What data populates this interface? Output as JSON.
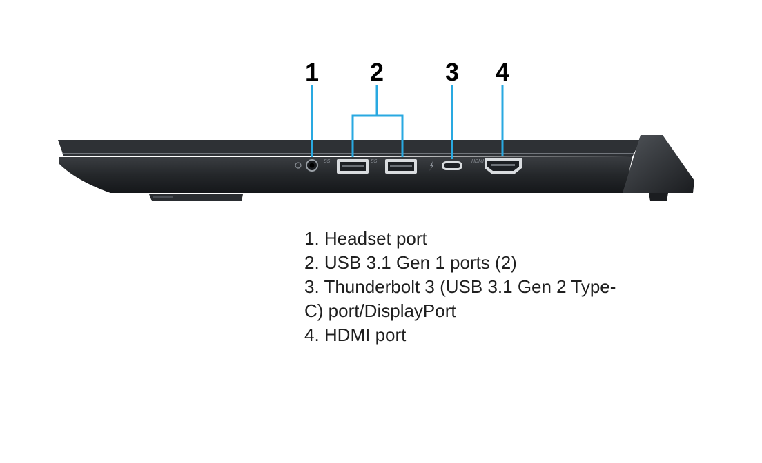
{
  "callouts": [
    {
      "number": "1",
      "port": "headset-port"
    },
    {
      "number": "2",
      "port": "usb-ports"
    },
    {
      "number": "3",
      "port": "thunderbolt-port"
    },
    {
      "number": "4",
      "port": "hdmi-port"
    }
  ],
  "port_markings": {
    "usb_left": "SS",
    "usb_right": "SS",
    "hdmi": "HDMI"
  },
  "legend": [
    "1. Headset port",
    "2. USB 3.1 Gen 1 ports (2)",
    "3. Thunderbolt 3 (USB 3.1 Gen 2 Type-",
    "C) port/DisplayPort",
    "4. HDMI port"
  ],
  "colors": {
    "callout_line": "#29a9e1",
    "chassis": "#2b2e32",
    "chassis_light": "#4a4e53",
    "port_metal": "#d9dcdf",
    "text": "#1f1f1f"
  }
}
